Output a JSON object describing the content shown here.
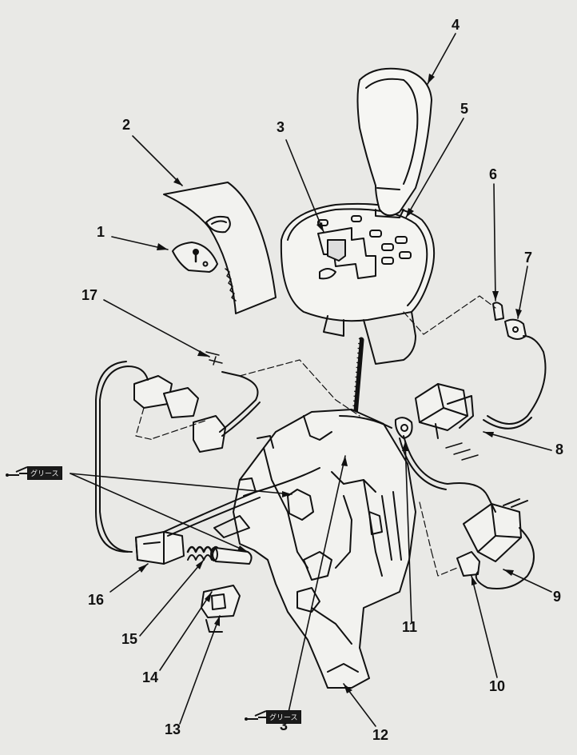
{
  "callouts": [
    {
      "id": "1",
      "label": "1"
    },
    {
      "id": "2",
      "label": "2"
    },
    {
      "id": "3",
      "label": "3"
    },
    {
      "id": "3b",
      "label": "3"
    },
    {
      "id": "4",
      "label": "4"
    },
    {
      "id": "5",
      "label": "5"
    },
    {
      "id": "6",
      "label": "6"
    },
    {
      "id": "7",
      "label": "7"
    },
    {
      "id": "8",
      "label": "8"
    },
    {
      "id": "9",
      "label": "9"
    },
    {
      "id": "10",
      "label": "10"
    },
    {
      "id": "11",
      "label": "11"
    },
    {
      "id": "12",
      "label": "12"
    },
    {
      "id": "13",
      "label": "13"
    },
    {
      "id": "14",
      "label": "14"
    },
    {
      "id": "15",
      "label": "15"
    },
    {
      "id": "16",
      "label": "16"
    },
    {
      "id": "17",
      "label": "17"
    }
  ],
  "grease_label": "グリース",
  "colors": {
    "ink": "#111111",
    "paper": "#e9e9e6",
    "tag": "#1a1a1a"
  }
}
